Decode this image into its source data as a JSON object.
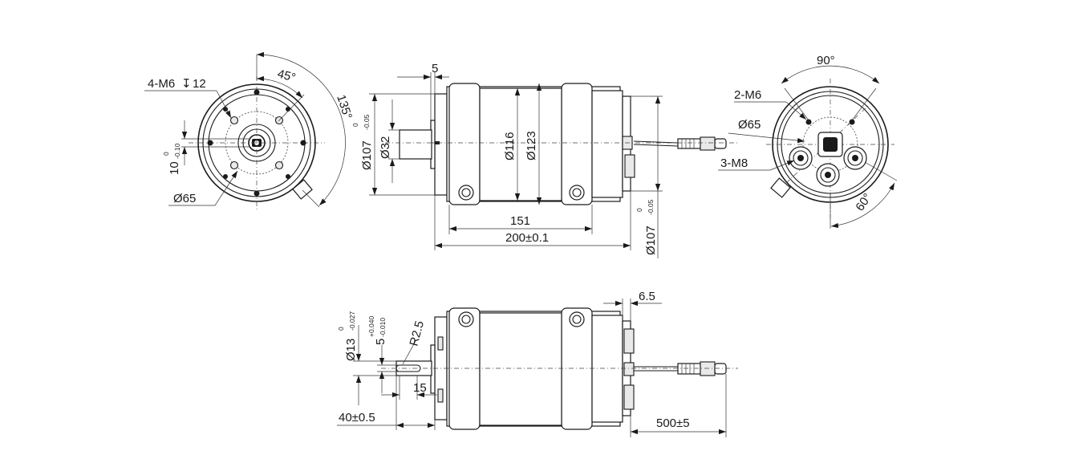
{
  "drawing": {
    "front_view": {
      "thread_callout": "4-M6",
      "depth_symbol": "↧",
      "thread_depth": "12",
      "angle_45": "45°",
      "angle_135": "135°",
      "bolt_circle": "Ø65",
      "key_width": "10",
      "key_tol_upper": "0",
      "key_tol_lower": "-0.10"
    },
    "side_view": {
      "flange_thickness": "5",
      "pilot_diameter": "Ø107",
      "pilot_tol_upper": "0",
      "pilot_tol_lower": "-0.05",
      "shaft_diameter": "Ø32",
      "body_diameter_inner": "Ø116",
      "body_diameter_outer": "Ø123",
      "body_length": "151",
      "total_length": "200±0.1",
      "rear_diameter": "Ø107",
      "rear_tol_upper": "0",
      "rear_tol_lower": "-0.05"
    },
    "rear_view": {
      "angle_90": "90°",
      "thread_2m6": "2-M6",
      "bolt_circle": "Ø65",
      "thread_3m8": "3-M8",
      "angle_60": "60°"
    },
    "bottom_view": {
      "end_offset": "6.5",
      "radius": "R2.5",
      "shaft_diameter": "Ø13",
      "shaft_tol_upper": "0",
      "shaft_tol_lower": "-0.027",
      "key_width": "5",
      "key_tol_upper": "+0.040",
      "key_tol_lower": "-0.010",
      "key_length": "15",
      "shaft_length": "40±0.5",
      "cable_length": "500±5"
    }
  }
}
